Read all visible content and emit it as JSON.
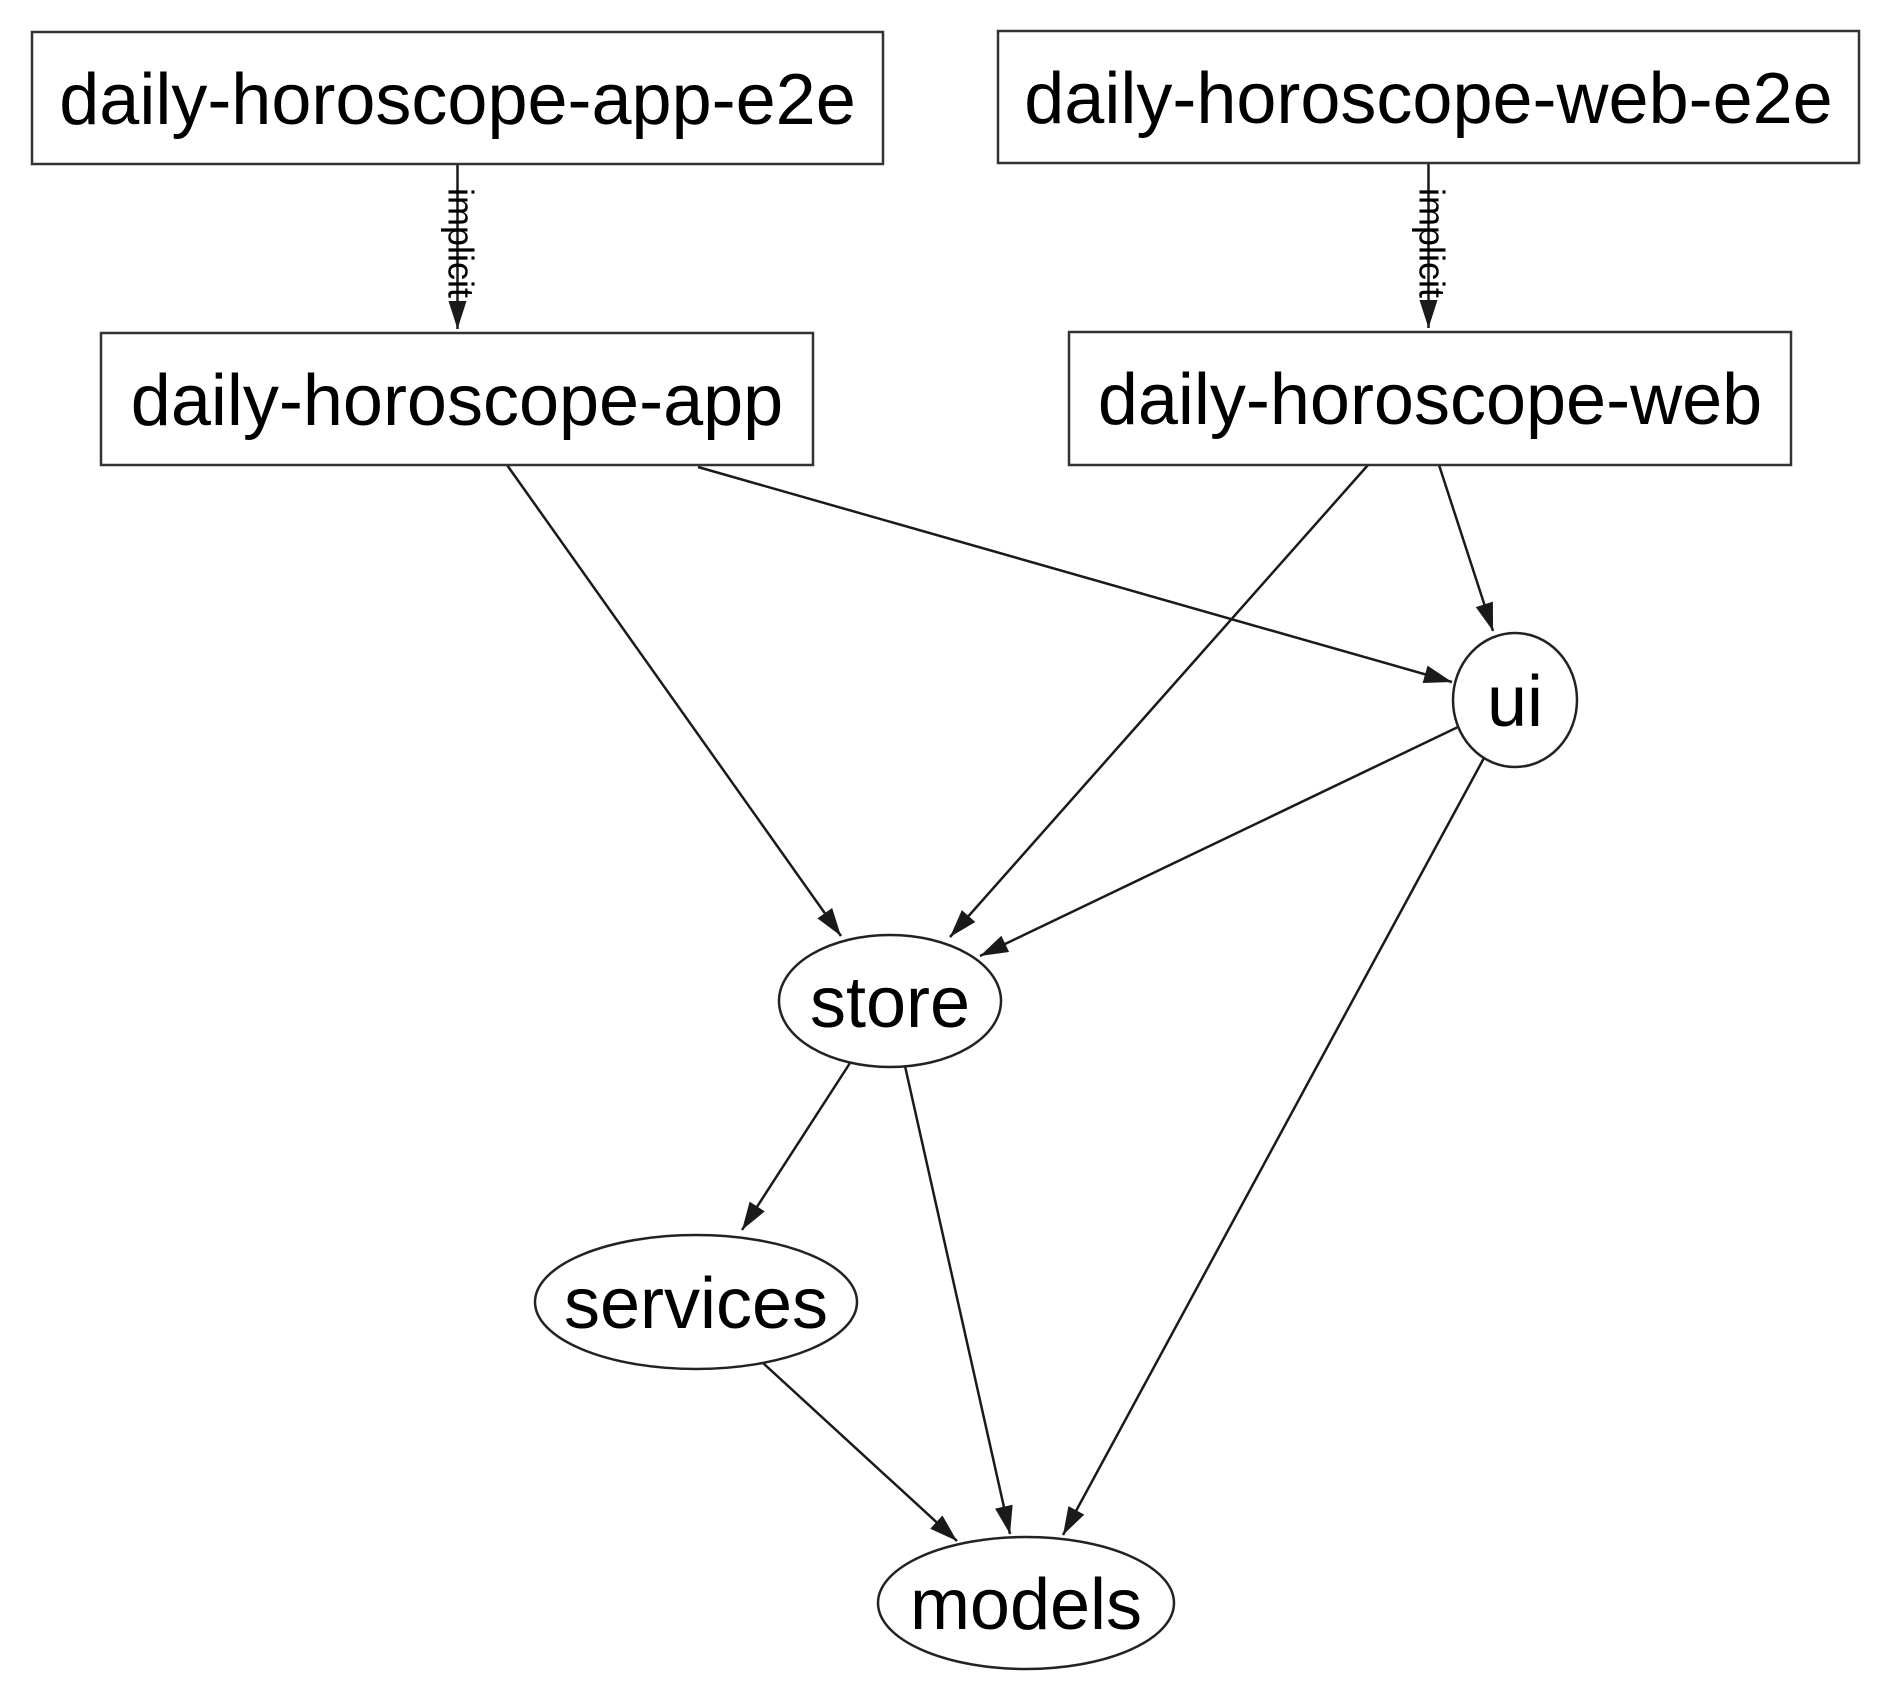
{
  "diagram": {
    "type": "dependency-graph",
    "colors": {
      "background": "#ffffff",
      "node_fill": "#ffffff",
      "node_border": "#333333",
      "edge_color": "#1a1a1a",
      "text_color": "#000000"
    },
    "nodes": [
      {
        "id": "daily-horoscope-app-e2e",
        "label": "daily-horoscope-app-e2e",
        "shape": "rect"
      },
      {
        "id": "daily-horoscope-web-e2e",
        "label": "daily-horoscope-web-e2e",
        "shape": "rect"
      },
      {
        "id": "daily-horoscope-app",
        "label": "daily-horoscope-app",
        "shape": "rect"
      },
      {
        "id": "daily-horoscope-web",
        "label": "daily-horoscope-web",
        "shape": "rect"
      },
      {
        "id": "ui",
        "label": "ui",
        "shape": "ellipse"
      },
      {
        "id": "store",
        "label": "store",
        "shape": "ellipse"
      },
      {
        "id": "services",
        "label": "services",
        "shape": "ellipse"
      },
      {
        "id": "models",
        "label": "models",
        "shape": "ellipse"
      }
    ],
    "edges": [
      {
        "from": "daily-horoscope-app-e2e",
        "to": "daily-horoscope-app",
        "label": "implicit"
      },
      {
        "from": "daily-horoscope-web-e2e",
        "to": "daily-horoscope-web",
        "label": "implicit"
      },
      {
        "from": "daily-horoscope-app",
        "to": "ui",
        "label": ""
      },
      {
        "from": "daily-horoscope-app",
        "to": "store",
        "label": ""
      },
      {
        "from": "daily-horoscope-web",
        "to": "ui",
        "label": ""
      },
      {
        "from": "daily-horoscope-web",
        "to": "store",
        "label": ""
      },
      {
        "from": "ui",
        "to": "store",
        "label": ""
      },
      {
        "from": "ui",
        "to": "models",
        "label": ""
      },
      {
        "from": "store",
        "to": "services",
        "label": ""
      },
      {
        "from": "store",
        "to": "models",
        "label": ""
      },
      {
        "from": "services",
        "to": "models",
        "label": ""
      }
    ]
  }
}
